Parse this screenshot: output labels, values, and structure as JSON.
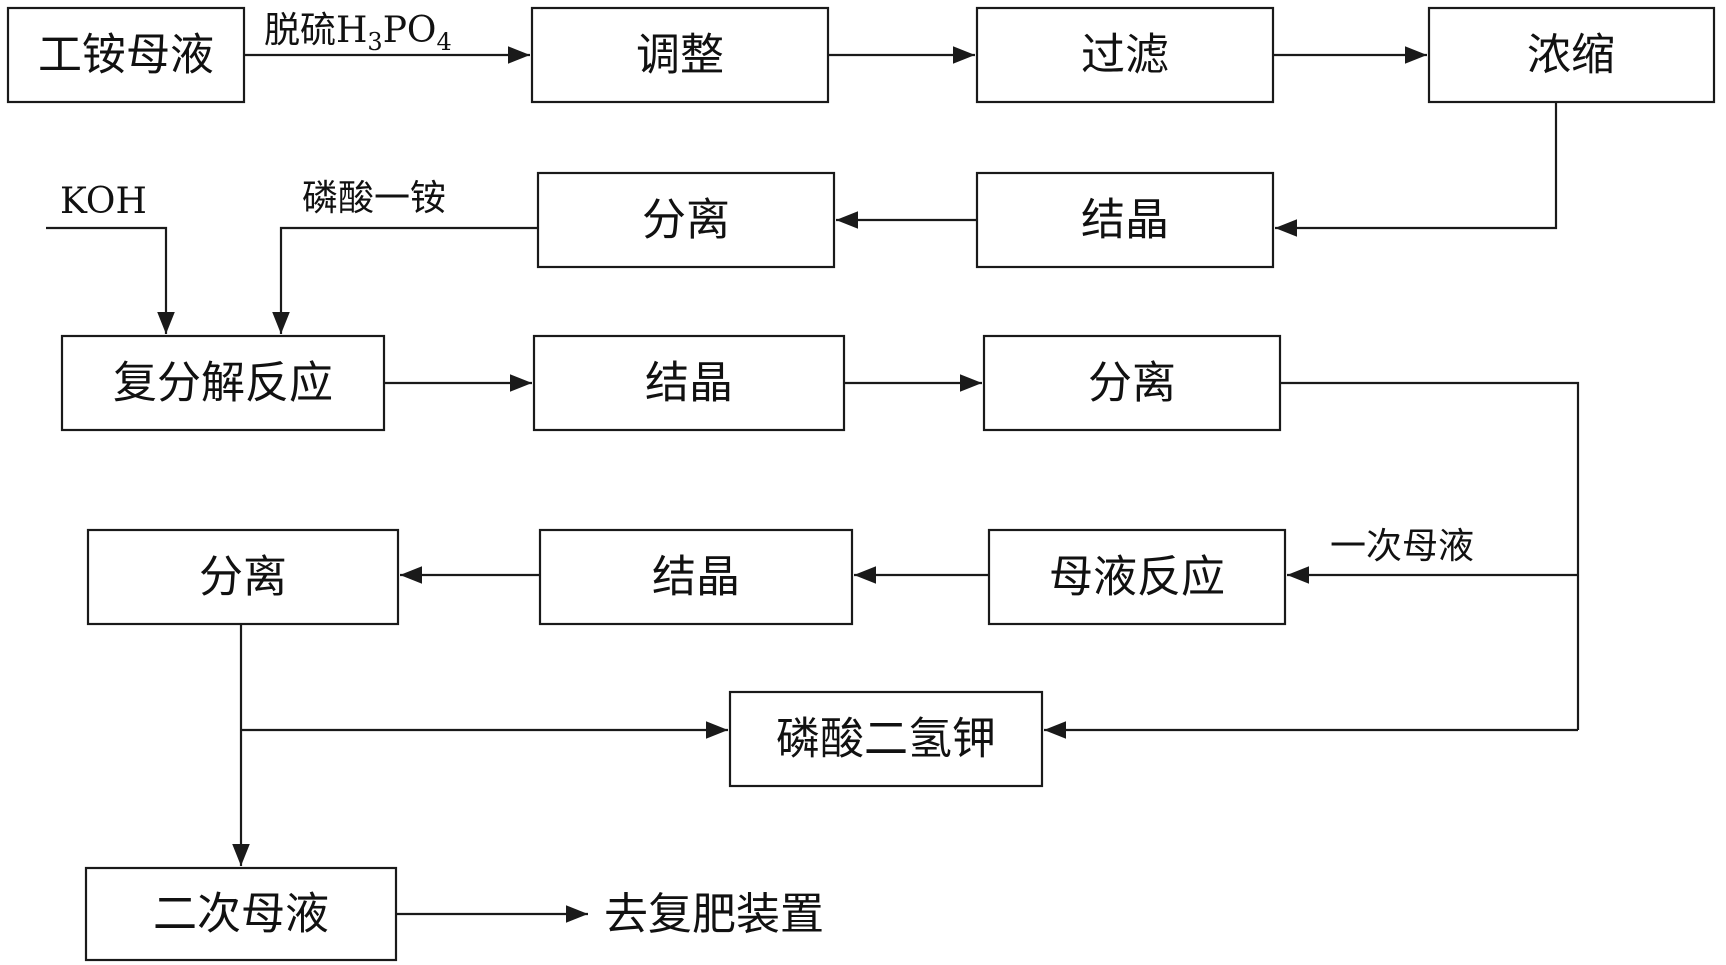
{
  "colors": {
    "stroke": "#1a1a1a",
    "text": "#111111",
    "background": "#ffffff"
  },
  "nodes": {
    "n1": "工铵母液",
    "n2": "调整",
    "n3": "过滤",
    "n4": "浓缩",
    "n5": "结晶",
    "n6": "分离",
    "n7": "复分解反应",
    "n8": "结晶",
    "n9": "分离",
    "n10": "母液反应",
    "n11": "结晶",
    "n12": "分离",
    "n13": "磷酸二氢钾",
    "n14": "二次母液"
  },
  "labels": {
    "input_prefix": "脱硫",
    "input_formula_a": "H",
    "input_formula_sub3": "3",
    "input_formula_b": "PO",
    "input_formula_sub4": "4",
    "koh": "KOH",
    "map": "磷酸一铵",
    "first_mother_liquor": "一次母液",
    "output": "去复肥装置"
  }
}
